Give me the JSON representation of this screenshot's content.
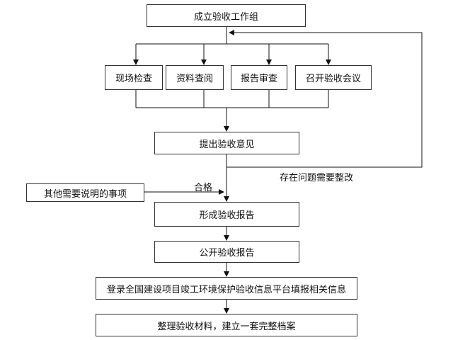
{
  "steps": {
    "form_team": "成立验收工作组",
    "site_inspection": "现场检查",
    "document_review": "资料查阅",
    "report_review": "报告审查",
    "hold_meeting": "召开验收会议",
    "give_opinion": "提出验收意见",
    "other_matters": "其他需要说明的事项",
    "form_report": "形成验收报告",
    "publish_report": "公开验收报告",
    "register_platform": "登录全国建设项目竣工环境保护验收信息平台填报相关信息",
    "archive": "整理验收材料，建立一套完整档案"
  },
  "edge_labels": {
    "pass": "合格",
    "rectify": "存在问题需要整改"
  }
}
